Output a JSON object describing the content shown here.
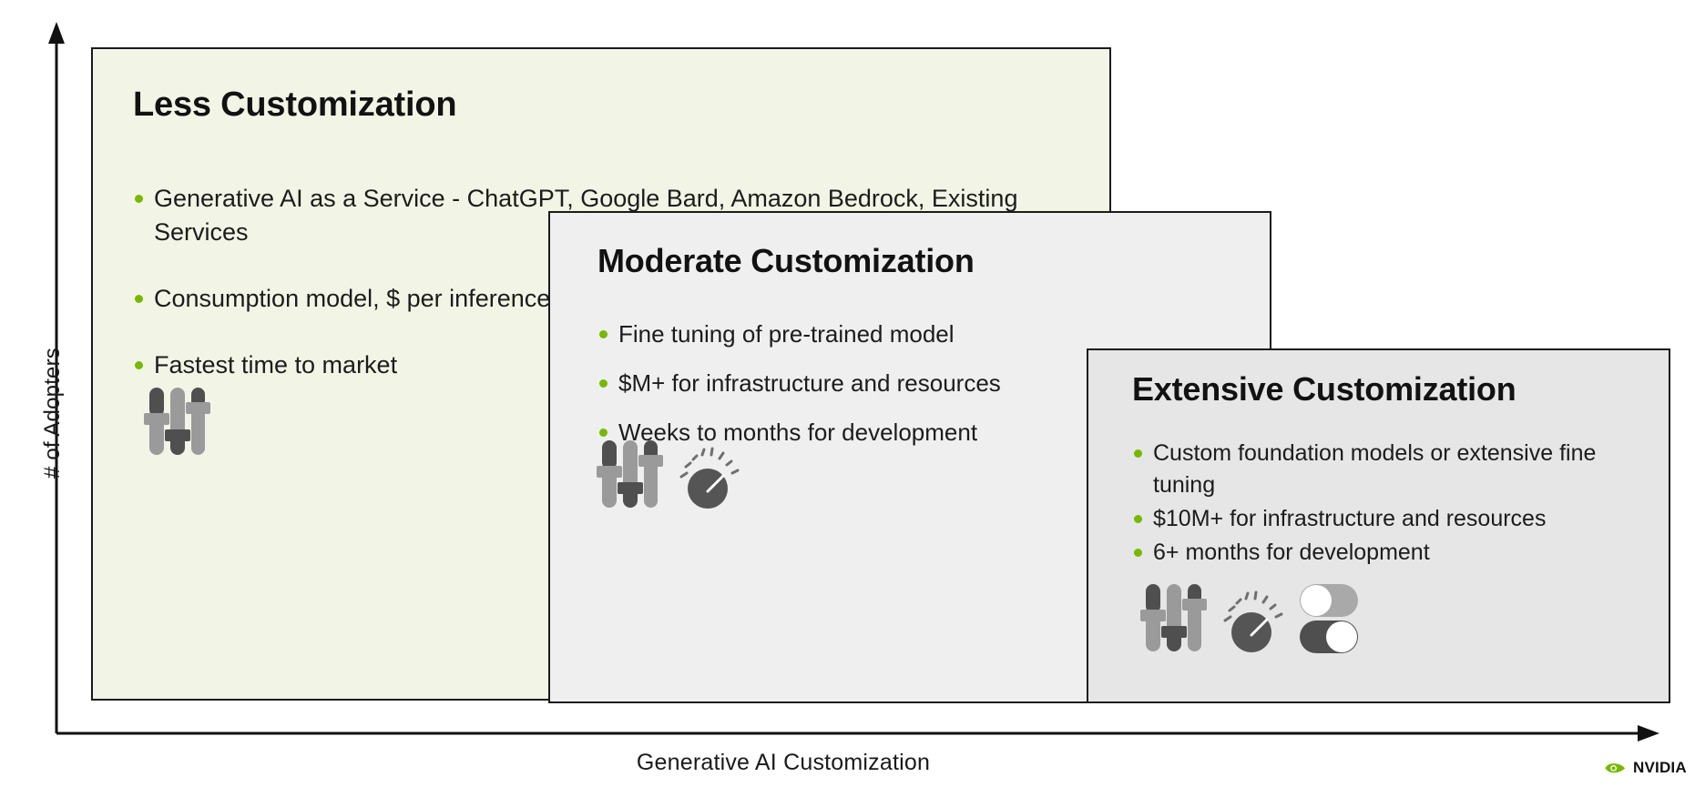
{
  "chart": {
    "axis_y_label": "# of Adopters",
    "axis_x_label": "Generative AI Customization",
    "accent_color": "#76b900"
  },
  "cards": [
    {
      "id": "less",
      "title": "Less Customization",
      "fill_color": "#f2f5e6",
      "bullets": [
        "Generative AI as a Service - ChatGPT, Google Bard, Amazon Bedrock, Existing Services",
        "Consumption model, $ per inference",
        "Fastest time to market"
      ],
      "icons": [
        "sliders-icon"
      ]
    },
    {
      "id": "moderate",
      "title": "Moderate Customization",
      "fill_color": "#efefef",
      "bullets": [
        "Fine tuning of pre-trained model",
        "$M+ for infrastructure and resources",
        "Weeks to months for development"
      ],
      "icons": [
        "sliders-icon",
        "gauge-icon"
      ]
    },
    {
      "id": "extensive",
      "title": "Extensive Customization",
      "fill_color": "#e6e6e6",
      "bullets": [
        "Custom foundation models or extensive fine tuning",
        "$10M+ for infrastructure and resources",
        "6+ months for development"
      ],
      "icons": [
        "sliders-icon",
        "gauge-icon",
        "toggles-icon"
      ]
    }
  ],
  "branding": {
    "logo_name": "nvidia-logo",
    "wordmark": "NVIDIA",
    "logo_color": "#76b900"
  }
}
